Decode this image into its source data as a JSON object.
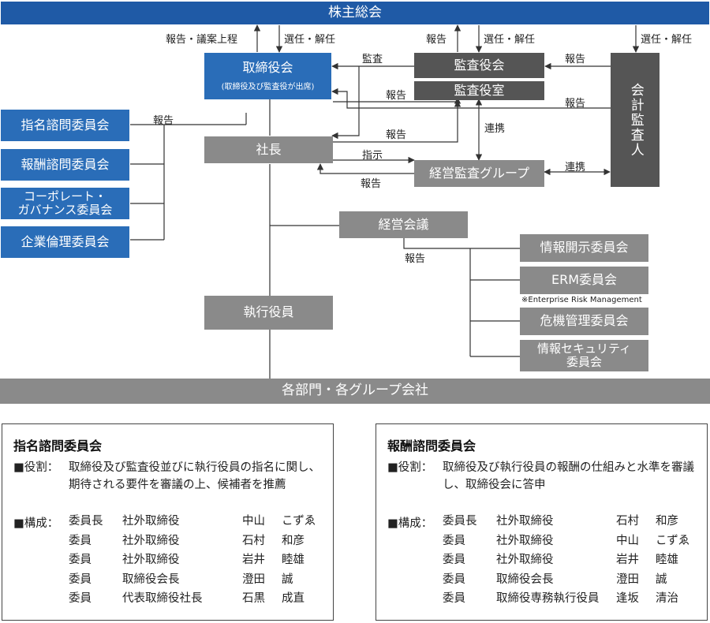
{
  "diagram": {
    "shareholders": "株主総会",
    "board": "取締役会",
    "board_note": "(取締役及び監査役が出席)",
    "audit_board": "監査役会",
    "audit_office": "監査役室",
    "auditor": "会計監査人",
    "president": "社長",
    "internal_audit": "経営監査グループ",
    "management_council": "経営会議",
    "executives": "執行役員",
    "departments": "各部門・各グループ会社",
    "advisory": [
      "指名諮問委員会",
      "報酬諮問委員会",
      "コーポレート・\nガバナンス委員会",
      "企業倫理委員会"
    ],
    "committees": [
      "情報開示委員会",
      "ERM委員会",
      "危機管理委員会",
      "情報セキュリティ\n委員会"
    ],
    "erm_note": "※Enterprise Risk Management",
    "labels": {
      "report_proposal": "報告・議案上程",
      "elect_dismiss": "選任・解任",
      "report": "報告",
      "audit": "監査",
      "instruct": "指示",
      "coordinate": "連携"
    }
  },
  "panels": [
    {
      "title": "指名諮問委員会",
      "role_key": "■役割：",
      "role": "取締役及び監査役並びに執行役員の指名に関し、期待される要件を審議の上、候補者を推薦",
      "comp_key": "■構成：",
      "members": [
        {
          "role": "委員長",
          "title": "社外取締役",
          "surname": "中山",
          "given": "こずゑ"
        },
        {
          "role": "委員",
          "title": "社外取締役",
          "surname": "石村",
          "given": "和彦"
        },
        {
          "role": "委員",
          "title": "社外取締役",
          "surname": "岩井",
          "given": "睦雄"
        },
        {
          "role": "委員",
          "title": "取締役会長",
          "surname": "澄田",
          "given": "誠"
        },
        {
          "role": "委員",
          "title": "代表取締役社長",
          "surname": "石黒",
          "given": "成直"
        }
      ]
    },
    {
      "title": "報酬諮問委員会",
      "role_key": "■役割：",
      "role": "取締役及び執行役員の報酬の仕組みと水準を審議し、取締役会に答申",
      "comp_key": "■構成：",
      "members": [
        {
          "role": "委員長",
          "title": "社外取締役",
          "surname": "石村",
          "given": "和彦"
        },
        {
          "role": "委員",
          "title": "社外取締役",
          "surname": "中山",
          "given": "こずゑ"
        },
        {
          "role": "委員",
          "title": "社外取締役",
          "surname": "岩井",
          "given": "睦雄"
        },
        {
          "role": "委員",
          "title": "取締役会長",
          "surname": "澄田",
          "given": "誠"
        },
        {
          "role": "委員",
          "title": "取締役専務執行役員",
          "surname": "逢坂",
          "given": "清治"
        }
      ]
    }
  ]
}
